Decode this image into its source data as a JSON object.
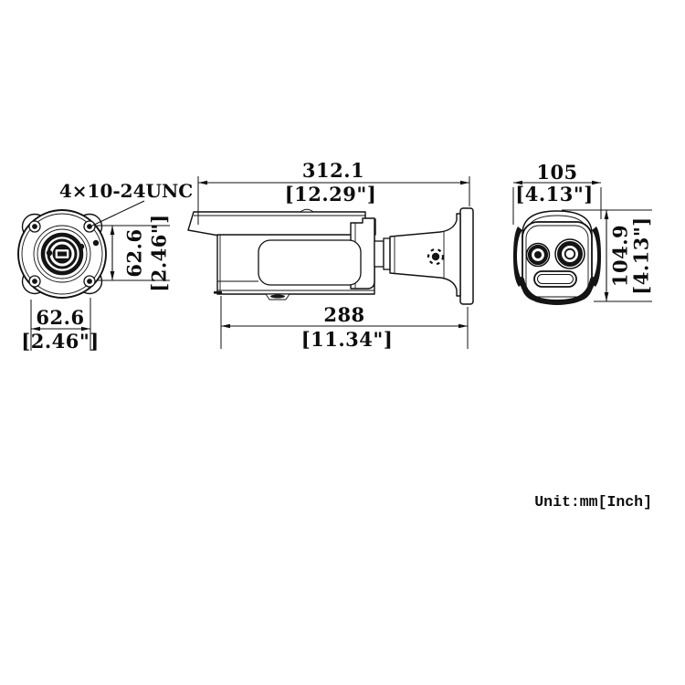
{
  "page": {
    "background": "#ffffff",
    "line_color": "#111111"
  },
  "unit_note": "Unit:mm[Inch]",
  "views": {
    "front": {
      "thread_label": "4×10-24UNC",
      "height_mm": "62.6",
      "height_in": "[2.46\"]",
      "width_mm": "62.6",
      "width_in": "[2.46\"]"
    },
    "side": {
      "overall_length_mm": "312.1",
      "overall_length_in": "[12.29\"]",
      "body_length_mm": "288",
      "body_length_in": "[11.34\"]"
    },
    "face": {
      "width_mm": "105",
      "width_in": "[4.13\"]",
      "height_mm": "104.9",
      "height_in": "[4.13\"]"
    }
  }
}
